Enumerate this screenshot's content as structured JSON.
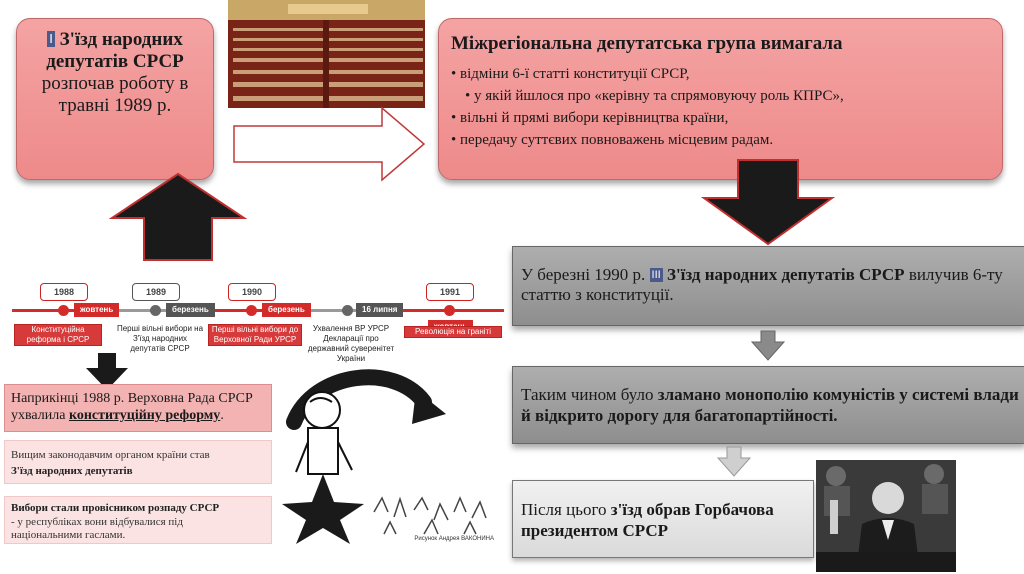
{
  "congress_box": {
    "roman": "I",
    "bold": "З'їзд народних депутатів СРСР",
    "rest": "розпочав роботу в травні 1989 р."
  },
  "mdg_box": {
    "title": "Міжрегіональна депутатська група вимагала",
    "items": [
      "відміни 6-ї статті конституції СРСР,",
      "у якій йшлося про «керівну та спрямовуючу роль КПРС»,",
      "вільні й прямі вибори керівництва країни,",
      "передачу суттєвих повноважень місцевим радам."
    ]
  },
  "march_box": {
    "pre": "У березні 1990 р.",
    "roman": "III",
    "bold": "З'їзд народних депутатів СРСР",
    "rest": "вилучив 6-ту статтю з конституції."
  },
  "monopoly_box": {
    "pre": "Таким чином було",
    "bold": "зламано монополію комуністів у системі влади й відкрито дорогу для багатопартійності."
  },
  "gorbachev_box": {
    "pre": "Після цього",
    "bold": "з'їзд обрав Горбачова президентом СРСР"
  },
  "timeline": {
    "events": [
      {
        "year": "1988",
        "month": "жовтень",
        "label": "Конституційна реформа і СРСР"
      },
      {
        "year": "1989",
        "month": "березень",
        "label": "Перші вільні вибори на З'їзд народних депутатів СРСР"
      },
      {
        "year": "1990",
        "month": "березень",
        "label": "Перші вільні вибори до Верховної Ради УРСР"
      },
      {
        "year": "",
        "month": "16 липня",
        "label": "Ухвалення ВР УРСР Декларації про державний суверенітет України"
      },
      {
        "year": "1991",
        "month": "жовтень",
        "label": "Революція на граніті"
      }
    ]
  },
  "reform_box": {
    "pre": "Наприкінці 1988 р. Верховна Рада СРСР ухвалила",
    "bold": "конституційну реформу",
    "post": "."
  },
  "notes": {
    "note1_line1": "Вищим законодавчим органом країни став",
    "note1_line2": "З'їзд народних депутатів",
    "note2_line1": "Вибори стали провісником розпаду СРСР",
    "note2_line2": "- у республіках вони відбувалися під національними гаслами."
  },
  "cartoon_caption": "Рисунок Андрея ВАКОНИНА",
  "colors": {
    "accent_red": "#d32a2a",
    "box_pink": "#f09090",
    "box_gray": "#9a9a9a"
  }
}
